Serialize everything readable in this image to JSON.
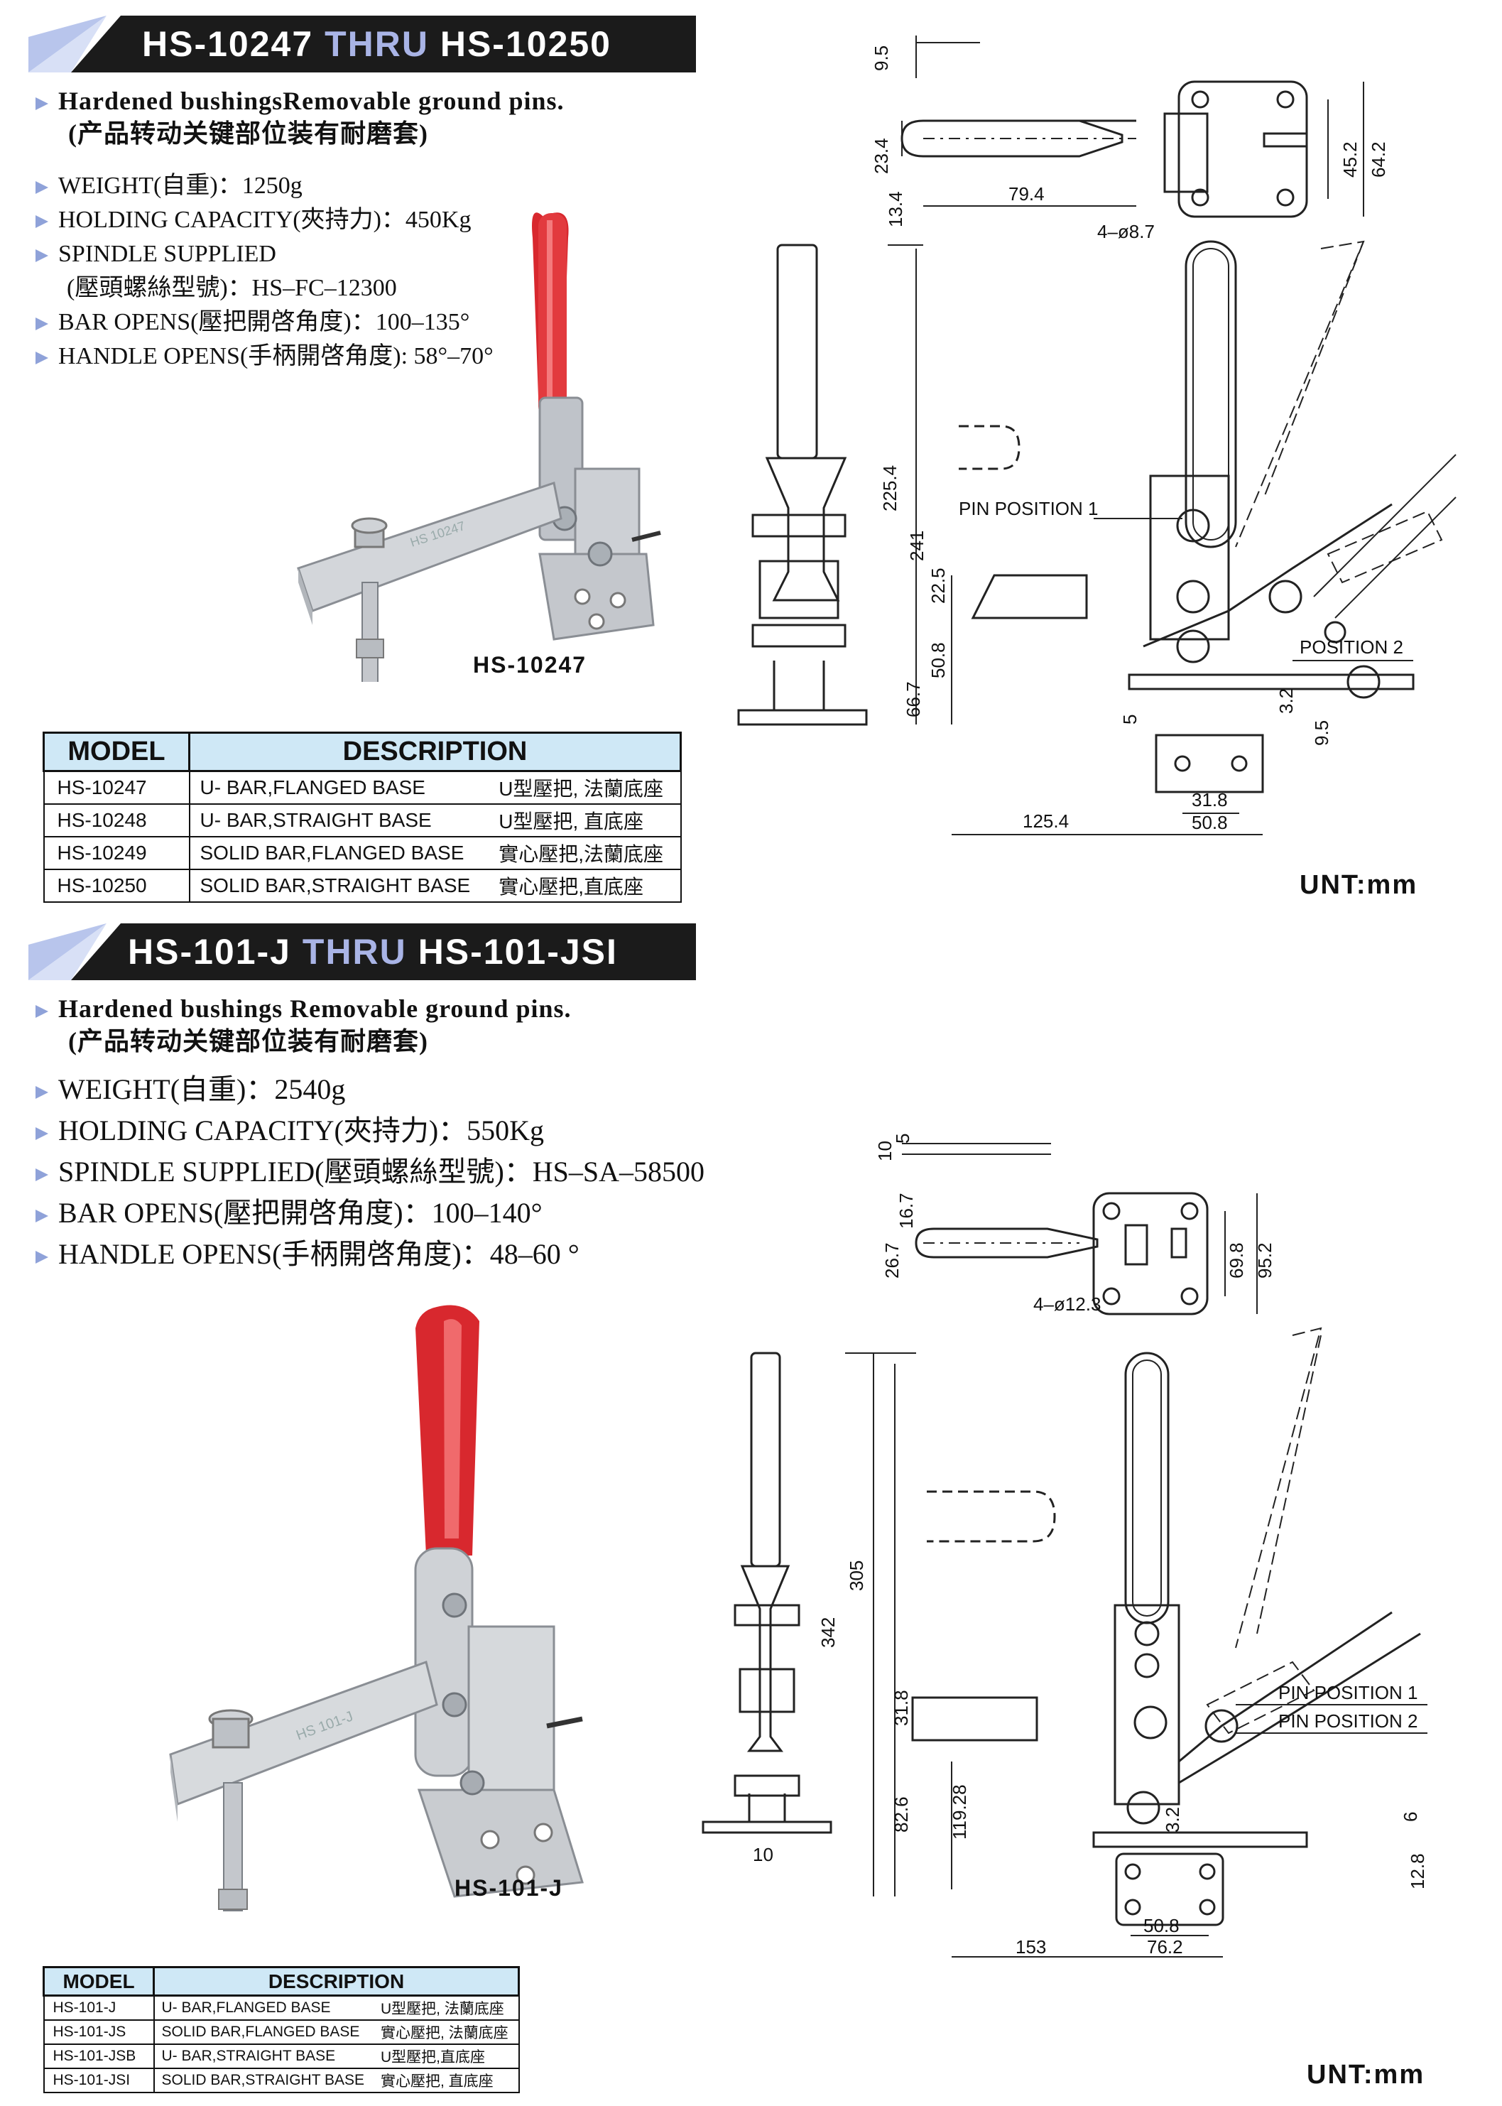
{
  "section1": {
    "banner": {
      "left": "HS-10247",
      "thru": "THRU",
      "right": "HS-10250"
    },
    "headline_en": "Hardened bushingsRemovable ground pins.",
    "headline_cn": "(产品转动关键部位装有耐磨套)",
    "specs": [
      "WEIGHT(自重)：1250g",
      "HOLDING CAPACITY(夾持力)：450Kg",
      "SPINDLE SUPPLIED",
      "(壓頭螺絲型號)：HS–FC–12300",
      "BAR OPENS(壓把開啓角度)：100–135°",
      "HANDLE OPENS(手柄開啓角度): 58°–70°"
    ],
    "photo_caption": "HS-10247",
    "photo_engraving": "HS 10247",
    "table": {
      "headers": [
        "MODEL",
        "DESCRIPTION"
      ],
      "rows": [
        [
          "HS-10247",
          "U- BAR,FLANGED BASE",
          "U型壓把, 法蘭底座"
        ],
        [
          "HS-10248",
          "U- BAR,STRAIGHT BASE",
          "U型壓把, 直底座"
        ],
        [
          "HS-10249",
          "SOLID BAR,FLANGED BASE",
          "實心壓把,法蘭底座"
        ],
        [
          "HS-10250",
          "SOLID BAR,STRAIGHT BASE",
          "實心壓把,直底座"
        ]
      ]
    },
    "dims": {
      "d9_5_top": "9.5",
      "d23_4": "23.4",
      "d13_4": "13.4",
      "d79_4": "79.4",
      "d45_2": "45.2",
      "d64_2": "64.2",
      "d4_8_7": "4–ø8.7",
      "d225_4": "225.4",
      "d241": "241",
      "d22_5": "22.5",
      "d50_8_v": "50.8",
      "d66_7": "66.7",
      "d5": "5",
      "d3_2": "3.2",
      "d9_5_r": "9.5",
      "d31_8": "31.8",
      "d125_4": "125.4",
      "d50_8_h": "50.8",
      "pin1": "PIN POSITION 1",
      "pos2": "POSITION 2"
    },
    "unit": "UNT:mm"
  },
  "section2": {
    "banner": {
      "left": "HS-101-J",
      "thru": "THRU",
      "right": "HS-101-JSI"
    },
    "headline_en": "Hardened bushings Removable ground pins.",
    "headline_cn": "(产品转动关键部位装有耐磨套)",
    "specs": [
      "WEIGHT(自重)：2540g",
      "HOLDING CAPACITY(夾持力)：550Kg",
      "SPINDLE SUPPLIED(壓頭螺絲型號)：HS–SA–58500",
      "BAR OPENS(壓把開啓角度)：100–140°",
      "HANDLE OPENS(手柄開啓角度)：48–60 °"
    ],
    "photo_caption": "HS-101-J",
    "photo_engraving": "HS 101-J",
    "table": {
      "headers": [
        "MODEL",
        "DESCRIPTION"
      ],
      "rows": [
        [
          "HS-101-J",
          "U- BAR,FLANGED BASE",
          "U型壓把, 法蘭底座"
        ],
        [
          "HS-101-JS",
          "SOLID BAR,FLANGED BASE",
          "實心壓把, 法蘭底座"
        ],
        [
          "HS-101-JSB",
          "U- BAR,STRAIGHT BASE",
          "U型壓把,直底座"
        ],
        [
          "HS-101-JSI",
          "SOLID BAR,STRAIGHT BASE",
          "實心壓把, 直底座"
        ]
      ]
    },
    "dims": {
      "d10_top": "10",
      "d5_top": "5",
      "d16_7": "16.7",
      "d26_7": "26.7",
      "d69_8": "69.8",
      "d95_2": "95.2",
      "d4_12_3": "4–ø12.3",
      "d342": "342",
      "d305": "305",
      "d31_8": "31.8",
      "d82_6": "82.6",
      "d119_28": "119.28",
      "d3_2": "3.2",
      "d6": "6",
      "d12_8": "12.8",
      "d10_b": "10",
      "d153": "153",
      "d50_8": "50.8",
      "d76_2": "76.2",
      "pin1": "PIN POSITION 1",
      "pin2": "PIN POSITION 2"
    },
    "unit": "UNT:mm"
  },
  "colors": {
    "banner": "#1b1b1b",
    "thru": "#a9b4e6",
    "bullet": "#8fa2d9",
    "table_header": "#cfe8f6",
    "handle_red": "#d8282e",
    "metal": "#c9ccd2"
  }
}
